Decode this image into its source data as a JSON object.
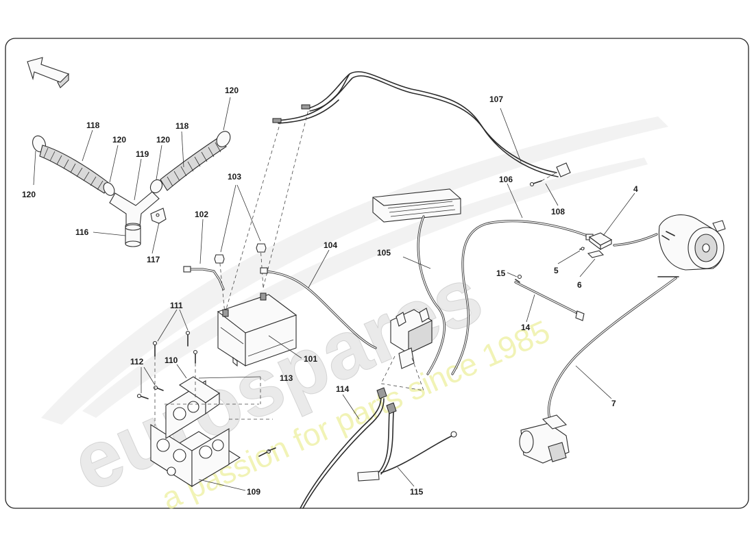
{
  "watermark": {
    "logo_text": "eurospares",
    "tagline": "a passion for parts since 1985"
  },
  "callouts": {
    "c120a": "120",
    "c118a": "118",
    "c120b": "120",
    "c119": "119",
    "c120c": "120",
    "c118b": "118",
    "c120d": "120",
    "c116": "116",
    "c117": "117",
    "c103": "103",
    "c102": "102",
    "c104": "104",
    "c105": "105",
    "c107": "107",
    "c106": "106",
    "c108": "108",
    "c4": "4",
    "c5": "5",
    "c6": "6",
    "c15": "15",
    "c14": "14",
    "c7": "7",
    "c111": "111",
    "c112": "112",
    "c110": "110",
    "c113": "113",
    "c101": "101",
    "c114": "114",
    "c115": "115",
    "c109": "109"
  }
}
